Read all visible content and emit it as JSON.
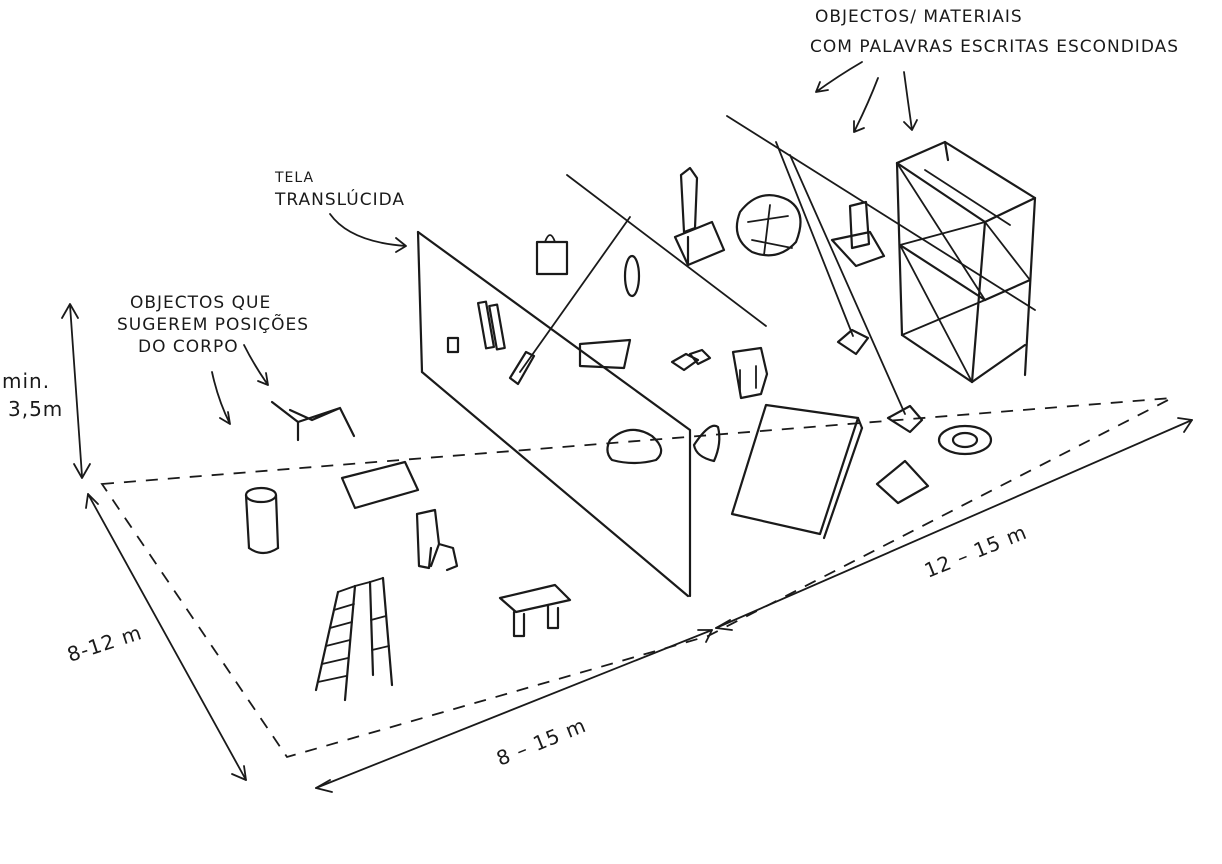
{
  "labels": {
    "hidden_words_line1": "OBJECTOS/ MATERIAIS",
    "hidden_words_line2": "COM PALAVRAS ESCRITAS ESCONDIDAS",
    "screen_line1": "TELA",
    "screen_line2": "TRANSLÚCIDA",
    "body_objects_line1": "OBJECTOS QUE",
    "body_objects_line2": "SUGEREM POSIÇÕES",
    "body_objects_line3": "DO CORPO"
  },
  "dimensions": {
    "height_line1": "min.",
    "height_line2": "3,5m",
    "depth": "8-12 m",
    "width_front": "8 – 15 m",
    "width_back": "12 – 15 m"
  }
}
